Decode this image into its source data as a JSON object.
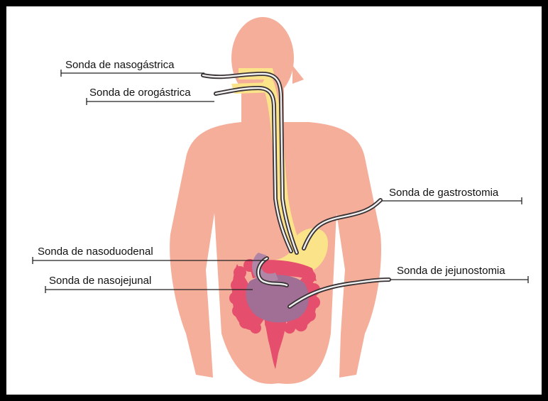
{
  "labels": {
    "nasogastric": "Sonda de nasogástrica",
    "orogastric": "Sonda de orogástrica",
    "gastrostomy": "Sonda de gastrostomia",
    "nasoduodenal": "Sonda de nasoduodenal",
    "nasojejunal": "Sonda de nasojejunal",
    "jejunostomy": "Sonda de jejunostomia"
  },
  "colors": {
    "frame": "#000000",
    "background": "#ffffff",
    "skin": "#f4ae9a",
    "esophagus_stomach": "#fbe38a",
    "large_intestine": "#e54e6c",
    "small_intestine": "#a16f95",
    "duodenum": "#b085a6",
    "tube_outline": "#3a3336",
    "tube_fill": "#f1f1f1",
    "leader_line": "#222222"
  }
}
